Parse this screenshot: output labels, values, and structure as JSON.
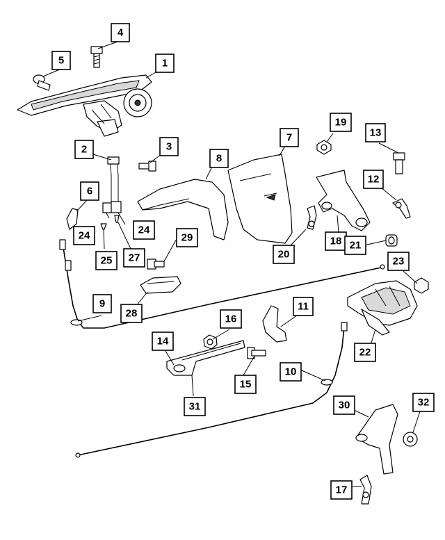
{
  "callouts": [
    {
      "id": "1",
      "label": "1"
    },
    {
      "id": "2",
      "label": "2"
    },
    {
      "id": "3",
      "label": "3"
    },
    {
      "id": "4",
      "label": "4"
    },
    {
      "id": "5",
      "label": "5"
    },
    {
      "id": "6",
      "label": "6"
    },
    {
      "id": "7",
      "label": "7"
    },
    {
      "id": "8",
      "label": "8"
    },
    {
      "id": "9",
      "label": "9"
    },
    {
      "id": "10",
      "label": "10"
    },
    {
      "id": "11",
      "label": "11"
    },
    {
      "id": "12",
      "label": "12"
    },
    {
      "id": "13",
      "label": "13"
    },
    {
      "id": "14",
      "label": "14"
    },
    {
      "id": "15",
      "label": "15"
    },
    {
      "id": "16",
      "label": "16"
    },
    {
      "id": "17",
      "label": "17"
    },
    {
      "id": "18",
      "label": "18"
    },
    {
      "id": "19",
      "label": "19"
    },
    {
      "id": "20",
      "label": "20"
    },
    {
      "id": "21",
      "label": "21"
    },
    {
      "id": "22",
      "label": "22"
    },
    {
      "id": "23",
      "label": "23"
    },
    {
      "id": "24a",
      "label": "24"
    },
    {
      "id": "24b",
      "label": "24"
    },
    {
      "id": "25",
      "label": "25"
    },
    {
      "id": "27",
      "label": "27"
    },
    {
      "id": "28",
      "label": "28"
    },
    {
      "id": "29",
      "label": "29"
    },
    {
      "id": "30",
      "label": "30"
    },
    {
      "id": "31",
      "label": "31"
    },
    {
      "id": "32",
      "label": "32"
    }
  ]
}
